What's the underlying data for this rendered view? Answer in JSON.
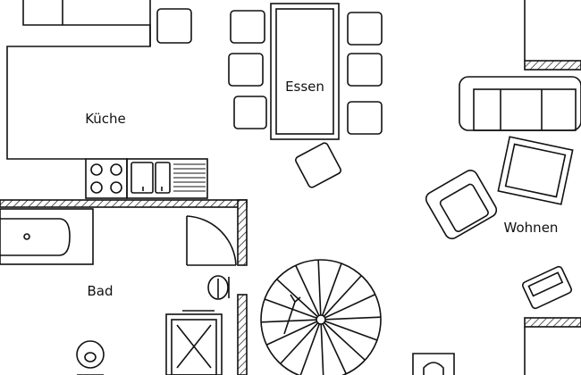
{
  "rooms": {
    "kitchen": "Küche",
    "dining": "Essen",
    "living": "Wohnen",
    "bath": "Bad"
  },
  "colors": {
    "line": "#111111",
    "background": "#ffffff"
  }
}
